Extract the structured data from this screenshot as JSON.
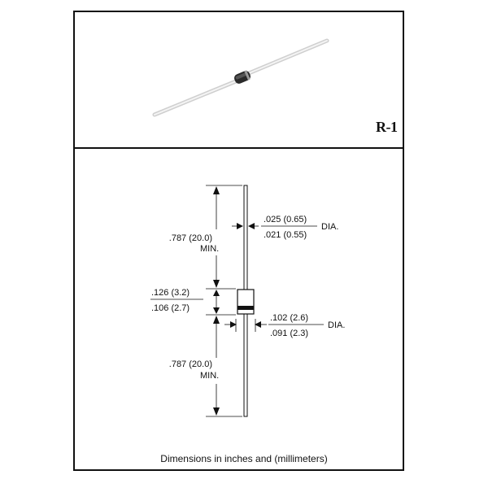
{
  "package": {
    "name": "R-1"
  },
  "dimensions": {
    "lead_length_top": {
      "inches": ".787",
      "mm": "(20.0)",
      "note": "MIN."
    },
    "lead_dia": {
      "max": ".025 (0.65)",
      "min": ".021 (0.55)",
      "suffix": "DIA."
    },
    "body_length": {
      "max": ".126 (3.2)",
      "min": ".106 (2.7)"
    },
    "body_dia": {
      "max": ".102 (2.6)",
      "min": ".091 (2.3)",
      "suffix": "DIA."
    },
    "lead_length_bottom": {
      "inches": ".787",
      "mm": "(20.0)",
      "note": "MIN."
    }
  },
  "caption": "Dimensions in inches and (millimeters)"
}
